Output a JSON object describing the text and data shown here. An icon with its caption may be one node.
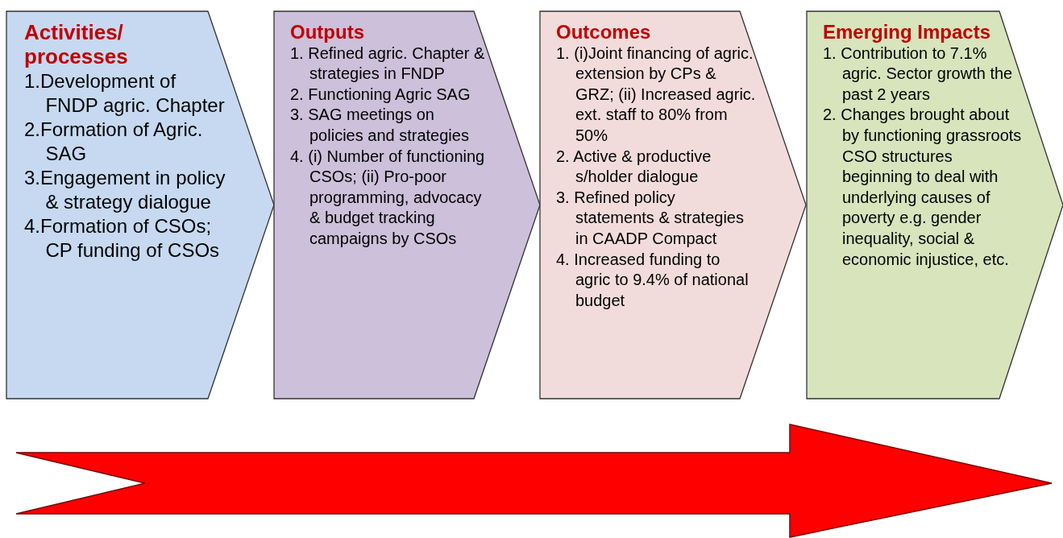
{
  "diagram": {
    "nodes": [
      {
        "text": [
          "Activities/ processes",
          "1.Development of FNDP agric. Chapter",
          "2.Formation of Agric. SAG",
          "3.Engagement in policy & strategy dialogue",
          "4.Formation of CSOs; CP funding of CSOs"
        ]
      },
      {
        "text": [
          "Outputs",
          "1. Refined agric. Chapter & strategies in FNDP",
          "2. Functioning Agric SAG",
          "3. SAG meetings on policies and strategies",
          "4. (i) Number of functioning CSOs; (ii) Pro-poor programming, advocacy &  budget tracking campaigns by CSOs"
        ]
      },
      {
        "text": [
          "Outcomes",
          "1. (i)Joint financing of agric. extension by CPs & GRZ; (ii) Increased agric. ext. staff to 80% from 50%",
          "2. Active & productive s/holder dialogue",
          "3. Refined policy statements & strategies in CAADP Compact",
          "4. Increased funding to agric to 9.4% of national budget"
        ]
      },
      {
        "text": [
          "Emerging Impacts",
          "1. Contribution to 7.1% agric. Sector growth the past 2 years",
          "2. Changes brought about  by functioning grassroots CSO structures beginning to deal with underlying causes of poverty e.g. gender inequality, social & economic injustice, etc."
        ]
      }
    ],
    "edges": []
  }
}
